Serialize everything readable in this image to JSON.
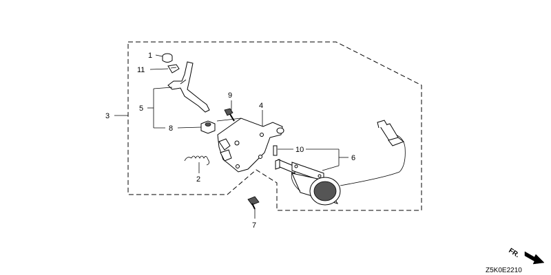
{
  "callouts": [
    {
      "id": "c1",
      "text": "1"
    },
    {
      "id": "c11",
      "text": "11"
    },
    {
      "id": "c5",
      "text": "5"
    },
    {
      "id": "c3",
      "text": "3"
    },
    {
      "id": "c8",
      "text": "8"
    },
    {
      "id": "c9",
      "text": "9"
    },
    {
      "id": "c4",
      "text": "4"
    },
    {
      "id": "c2",
      "text": "2"
    },
    {
      "id": "c10",
      "text": "10"
    },
    {
      "id": "c6",
      "text": "6"
    },
    {
      "id": "c7",
      "text": "7"
    }
  ],
  "diagram_code": "Z5K0E2210",
  "front_indicator": "FR."
}
